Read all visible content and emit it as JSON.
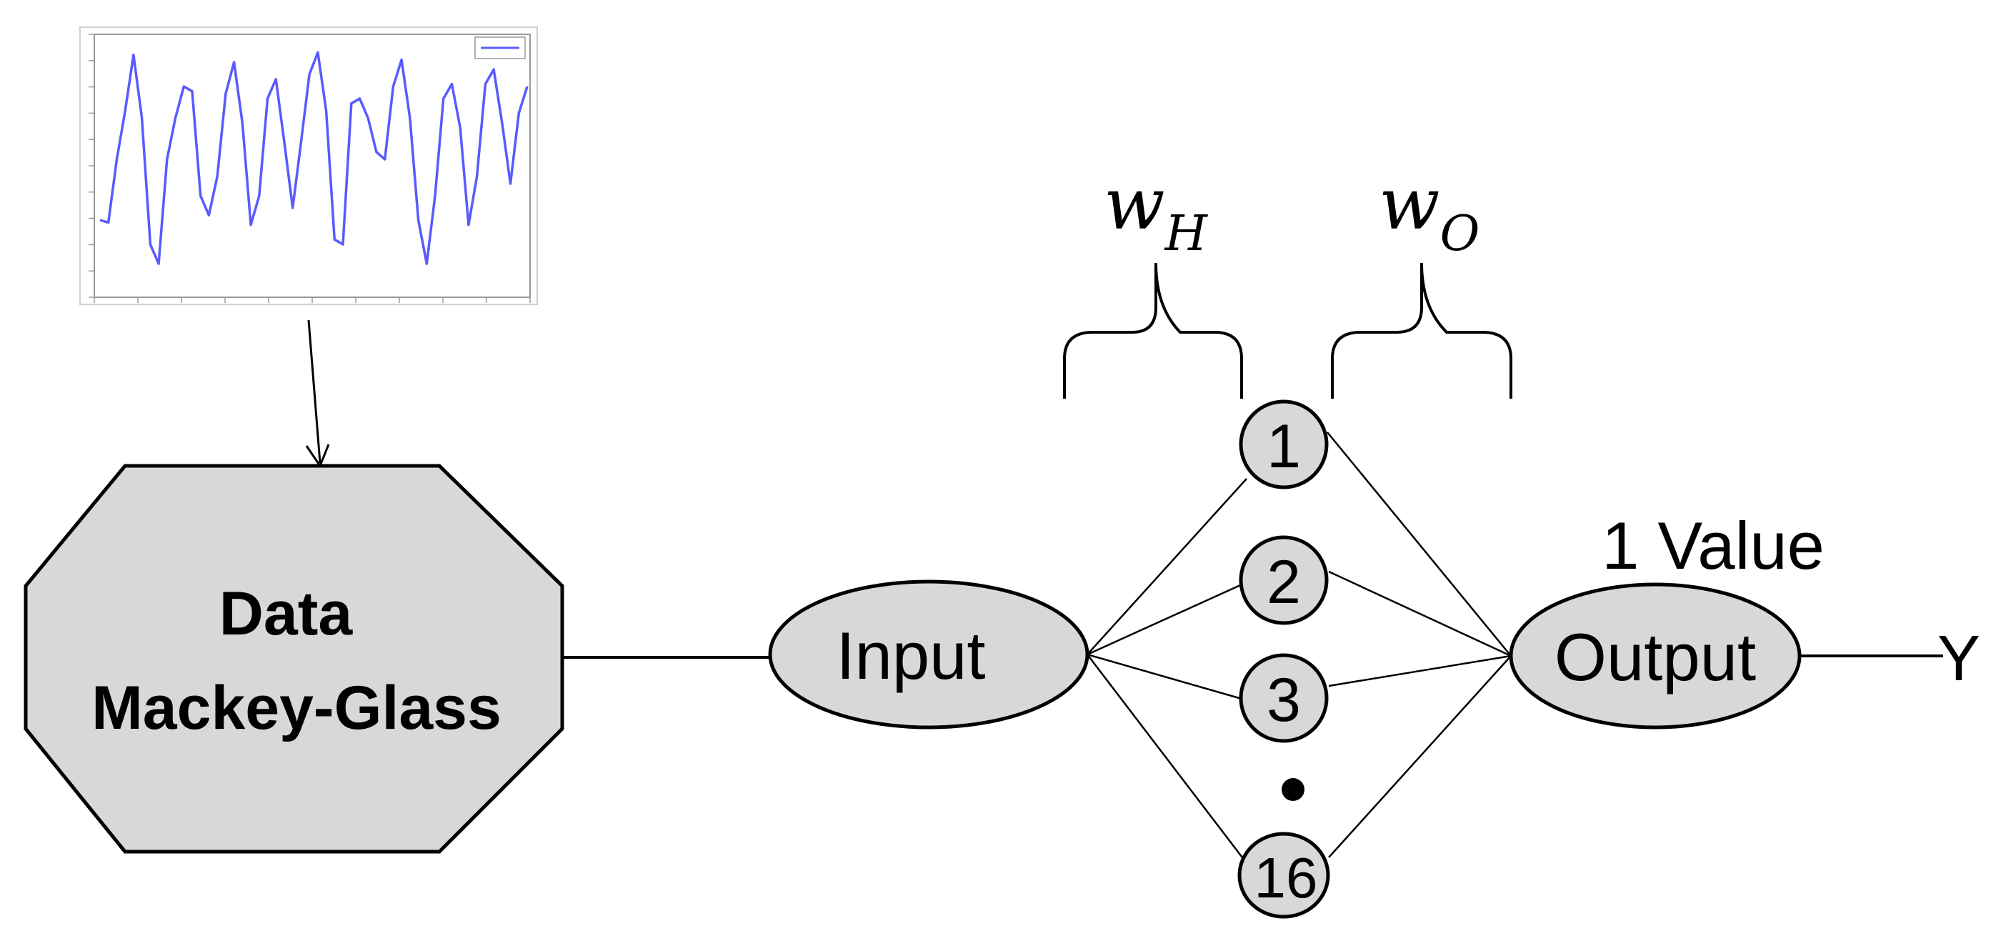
{
  "diagram": {
    "source_box": {
      "line1": "Data",
      "line2": "Mackey-Glass"
    },
    "input_label": "Input",
    "output_label": "Output",
    "output_annotation": "1 Value",
    "result_label": "Y",
    "weights": {
      "hidden": {
        "symbol": "w",
        "subscript": "H"
      },
      "output": {
        "symbol": "w",
        "subscript": "O"
      }
    },
    "hidden_nodes": [
      "1",
      "2",
      "3",
      "16"
    ],
    "ellipsis": "•"
  },
  "colors": {
    "shape_fill": "#d8d8d8",
    "stroke": "#000000",
    "plot_line": "#5a5aff"
  },
  "inset_plot": {
    "title": "",
    "series": [
      {
        "values": [
          0.3,
          0.29,
          0.55,
          0.75,
          0.98,
          0.72,
          0.2,
          0.12,
          0.55,
          0.72,
          0.85,
          0.83,
          0.4,
          0.32,
          0.48,
          0.82,
          0.95,
          0.7,
          0.28,
          0.4,
          0.8,
          0.88,
          0.62,
          0.35,
          0.62,
          0.9,
          0.99,
          0.75,
          0.22,
          0.2,
          0.78,
          0.8,
          0.72,
          0.58,
          0.55,
          0.85,
          0.96,
          0.72,
          0.3,
          0.12,
          0.4,
          0.8,
          0.86,
          0.68,
          0.28,
          0.48,
          0.86,
          0.92,
          0.7,
          0.45,
          0.74,
          0.85
        ]
      }
    ]
  }
}
